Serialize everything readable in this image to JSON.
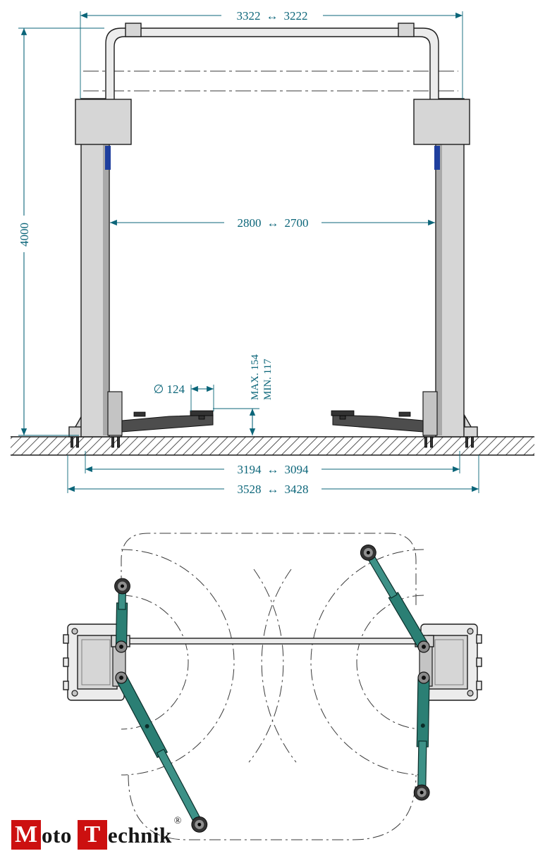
{
  "front_view": {
    "dim_arrow": "↔",
    "dims": {
      "top_width_left": "3322",
      "top_width_right": "3222",
      "overall_height": "4000",
      "clear_width_left": "2800",
      "clear_width_right": "2700",
      "pad_diameter": "∅ 124",
      "pad_height_max": "MAX. 154",
      "pad_height_min": "MIN. 117",
      "anchor_span_left": "3194",
      "anchor_span_right": "3094",
      "base_span_left": "3528",
      "base_span_right": "3428"
    }
  },
  "logo": {
    "letter_m": "M",
    "word_oto": "oto",
    "letter_t": "T",
    "word_echnik": "echnik",
    "registered_mark": "®"
  },
  "colors": {
    "dimension": "#0b6579",
    "arm_teal": "#2b7f74",
    "logo_red": "#cc1010",
    "post_gray": "#d6d6d6"
  }
}
